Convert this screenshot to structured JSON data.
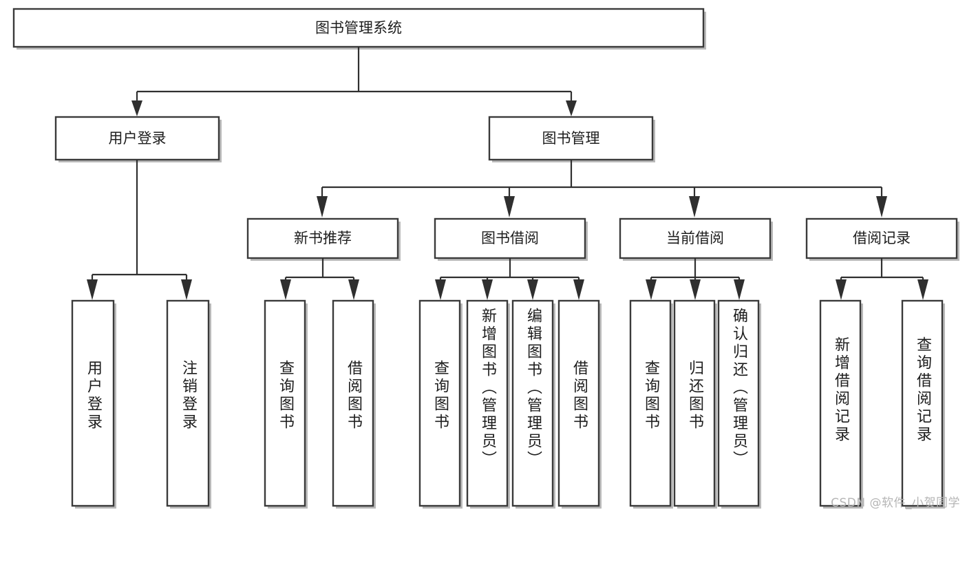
{
  "diagram": {
    "type": "tree",
    "title": "图书管理系统",
    "watermark": "CSDN @软件_小贺同学",
    "colors": {
      "box_stroke": "#3a3a3a",
      "box_fill": "#ffffff",
      "connector": "#2f2f2f",
      "text": "#1d1d1d",
      "shadow": "#b9b9b9",
      "watermark": "#b5b5b5"
    },
    "nodes": {
      "root": {
        "label": "图书管理系统"
      },
      "level2": [
        {
          "id": "user-login",
          "label": "用户登录"
        },
        {
          "id": "book-management",
          "label": "图书管理"
        }
      ],
      "level3": [
        {
          "id": "new-book-recommend",
          "label": "新书推荐"
        },
        {
          "id": "book-borrow",
          "label": "图书借阅"
        },
        {
          "id": "current-borrow",
          "label": "当前借阅"
        },
        {
          "id": "borrow-record",
          "label": "借阅记录"
        }
      ],
      "leaves": [
        {
          "id": "leaf-user-login",
          "label": "用户登录",
          "parent": "user-login"
        },
        {
          "id": "leaf-logout",
          "label": "注销登录",
          "parent": "user-login"
        },
        {
          "id": "leaf-query-book-1",
          "label": "查询图书",
          "parent": "new-book-recommend"
        },
        {
          "id": "leaf-borrow-book-1",
          "label": "借阅图书",
          "parent": "new-book-recommend"
        },
        {
          "id": "leaf-query-book-2",
          "label": "查询图书",
          "parent": "book-borrow"
        },
        {
          "id": "leaf-add-book",
          "label": "新增图书（管理员）",
          "parent": "book-borrow"
        },
        {
          "id": "leaf-edit-book",
          "label": "编辑图书（管理员）",
          "parent": "book-borrow"
        },
        {
          "id": "leaf-borrow-book-2",
          "label": "借阅图书",
          "parent": "book-borrow"
        },
        {
          "id": "leaf-query-book-3",
          "label": "查询图书",
          "parent": "current-borrow"
        },
        {
          "id": "leaf-return-book",
          "label": "归还图书",
          "parent": "current-borrow"
        },
        {
          "id": "leaf-confirm-return",
          "label": "确认归还（管理员）",
          "parent": "current-borrow"
        },
        {
          "id": "leaf-add-record",
          "label": "新增借阅记录",
          "parent": "borrow-record"
        },
        {
          "id": "leaf-query-record",
          "label": "查询借阅记录",
          "parent": "borrow-record"
        }
      ]
    }
  }
}
